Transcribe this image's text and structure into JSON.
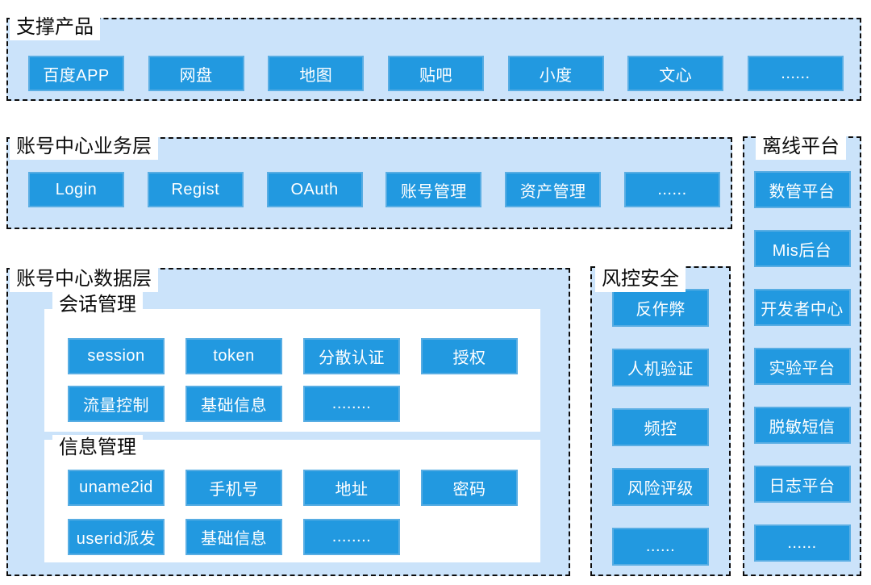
{
  "colors": {
    "box_background": "#cbe3fa",
    "node_fill": "#2299e0",
    "node_border": "#58ade3",
    "node_text": "#ffffff",
    "label_text": "#0b0b0b",
    "dashed_border": "#0d0d0d",
    "panel_background": "#ffffff"
  },
  "sections": {
    "products": {
      "label": "支撑产品",
      "items": [
        "百度APP",
        "网盘",
        "地图",
        "贴吧",
        "小度",
        "文心",
        "......"
      ]
    },
    "business": {
      "label": "账号中心业务层",
      "items": [
        "Login",
        "Regist",
        "OAuth",
        "账号管理",
        "资产管理",
        "......"
      ]
    },
    "data_layer": {
      "label": "账号中心数据层",
      "panels": [
        {
          "label": "会话管理",
          "rows": [
            [
              "session",
              "token",
              "分散认证",
              "授权"
            ],
            [
              "流量控制",
              "基础信息",
              "........"
            ]
          ]
        },
        {
          "label": "信息管理",
          "rows": [
            [
              "uname2id",
              "手机号",
              "地址",
              "密码"
            ],
            [
              "userid派发",
              "基础信息",
              "........"
            ]
          ]
        }
      ]
    },
    "risk": {
      "label": "风控安全",
      "items": [
        "反作弊",
        "人机验证",
        "频控",
        "风险评级",
        "......"
      ]
    },
    "offline": {
      "label": "离线平台",
      "items": [
        "数管平台",
        "Mis后台",
        "开发者中心",
        "实验平台",
        "脱敏短信",
        "日志平台",
        "......"
      ]
    }
  }
}
